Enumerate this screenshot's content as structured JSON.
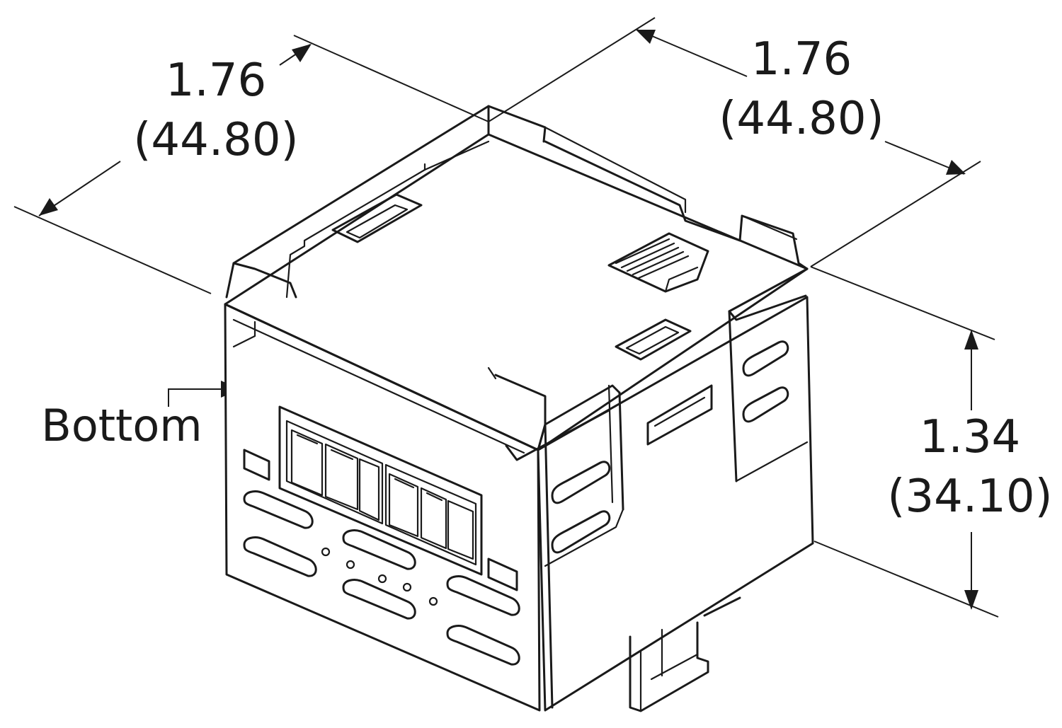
{
  "dimensions": {
    "depth": {
      "in": "1.76",
      "mm": "(44.80)"
    },
    "width": {
      "in": "1.76",
      "mm": "(44.80)"
    },
    "height": {
      "in": "1.34",
      "mm": "(34.10)"
    }
  },
  "callout": {
    "label": "Bottom"
  },
  "colors": {
    "line": "#1a1a1a",
    "background": "#ffffff"
  }
}
